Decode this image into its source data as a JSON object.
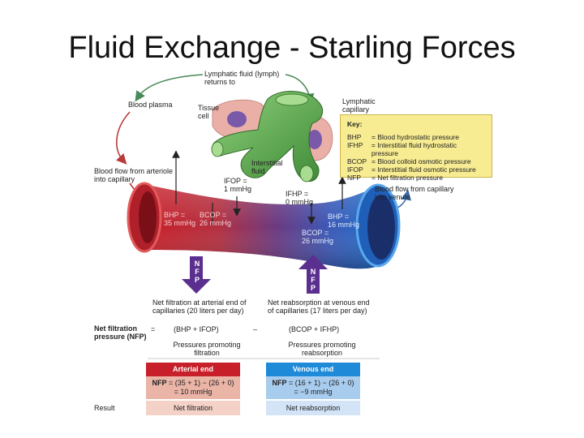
{
  "title": "Fluid Exchange - Starling Forces",
  "labels": {
    "lymph_return_1": "Lymphatic fluid (lymph)",
    "lymph_return_2": "returns to",
    "blood_plasma": "Blood plasma",
    "tissue_cell_1": "Tissue",
    "tissue_cell_2": "cell",
    "lymphatic_capillary_1": "Lymphatic",
    "lymphatic_capillary_2": "capillary",
    "interstitial_fluid_1": "Interstitial",
    "interstitial_fluid_2": "fluid",
    "flow_from_arteriole_1": "Blood flow from arteriole",
    "flow_from_arteriole_2": "into capillary",
    "ifop_1": "IFOP =",
    "ifop_2": "1 mmHg",
    "ifhp_1": "IFHP =",
    "ifhp_2": "0 mmHg",
    "flow_to_venule_1": "Blood flow from capillary",
    "flow_to_venule_2": "into venule",
    "bhp_arterial_1": "BHP =",
    "bhp_arterial_2": "35 mmHg",
    "bcop_arterial_1": "BCOP =",
    "bcop_arterial_2": "26 mmHg",
    "bhp_venous_1": "BHP =",
    "bhp_venous_2": "16 mmHg",
    "bcop_venous_1": "BCOP =",
    "bcop_venous_2": "26 mmHg",
    "nfp_arrow_letters": [
      "N",
      "F",
      "P"
    ]
  },
  "key": {
    "title": "Key:",
    "rows": [
      {
        "abbr": "BHP",
        "def": "= Blood hydrostatic pressure"
      },
      {
        "abbr": "IFHP",
        "def": "= Interstitial fluid hydrostatic pressure"
      },
      {
        "abbr": "BCOP",
        "def": "= Blood colloid osmotic pressure"
      },
      {
        "abbr": "IFOP",
        "def": "= Interstitial fluid osmotic pressure"
      },
      {
        "abbr": "NFP",
        "def": "= Net filtration pressure"
      }
    ]
  },
  "summary": {
    "net_filtration_1": "Net filtration at arterial end of",
    "net_filtration_2": "capillaries (20 liters per day)",
    "net_reabsorption_1": "Net reabsorption at venous end",
    "net_reabsorption_2": "of capillaries (17 liters per day)",
    "nfp_label_1": "Net filtration",
    "nfp_label_2": "pressure (NFP)",
    "equals": "=",
    "minus": "–",
    "promote_filtration_expr": "(BHP + IFOP)",
    "promote_reabsorption_expr": "(BCOP + IFHP)",
    "promote_filtration_1": "Pressures promoting",
    "promote_filtration_2": "filtration",
    "promote_reabsorption_1": "Pressures promoting",
    "promote_reabsorption_2": "reabsorption",
    "result_label": "Result"
  },
  "arterial_end": {
    "header": "Arterial end",
    "nfp_prefix": "NFP",
    "nfp_line1": " = (35 + 1) − (26 + 0)",
    "nfp_line2": "= 10 mmHg",
    "result": "Net filtration"
  },
  "venous_end": {
    "header": "Venous end",
    "nfp_prefix": "NFP",
    "nfp_line1": " = (16 + 1) − (26 + 0)",
    "nfp_line2": "= −9 mmHg",
    "result": "Net reabsorption"
  },
  "colors": {
    "arterial_red": "#c8202a",
    "venous_blue": "#1f6fc8",
    "nfp_arrow_purple": "#5b2f8f",
    "key_yellow": "#f7ec92",
    "lymph_green": "#5aa84a",
    "tissue_pink": "#eab0a8",
    "nucleus_purple": "#7a5aa8"
  }
}
